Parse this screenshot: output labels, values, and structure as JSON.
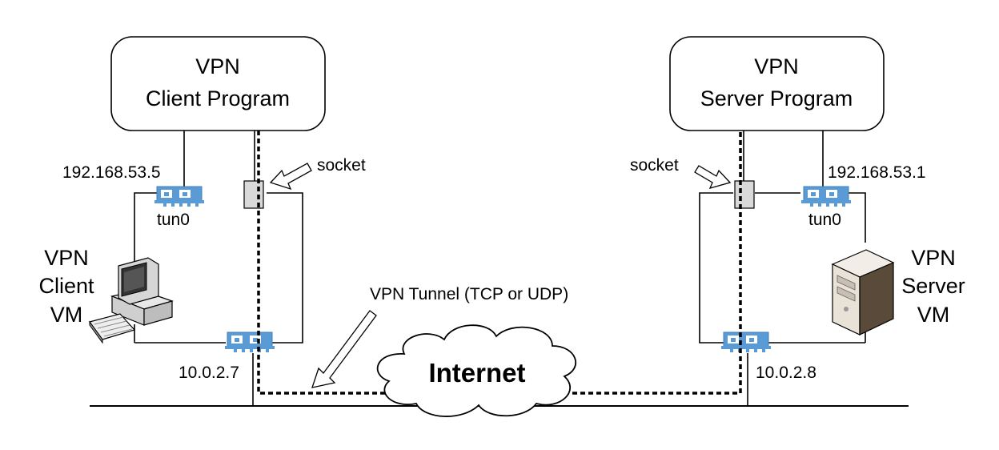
{
  "client": {
    "program_line1": "VPN",
    "program_line2": "Client Program",
    "tun_ip": "192.168.53.5",
    "tun_name": "tun0",
    "socket": "socket",
    "vm_line1": "VPN",
    "vm_line2": "Client",
    "vm_line3": "VM",
    "eth_ip": "10.0.2.7"
  },
  "server": {
    "program_line1": "VPN",
    "program_line2": "Server Program",
    "tun_ip": "192.168.53.1",
    "tun_name": "tun0",
    "socket": "socket",
    "vm_line1": "VPN",
    "vm_line2": "Server",
    "vm_line3": "VM",
    "eth_ip": "10.0.2.8"
  },
  "tunnel_label": "VPN Tunnel (TCP or UDP)",
  "internet_label": "Internet",
  "colors": {
    "nic": "#5b9bd5",
    "socket_fill": "#d9d9d9",
    "line": "#000000"
  }
}
